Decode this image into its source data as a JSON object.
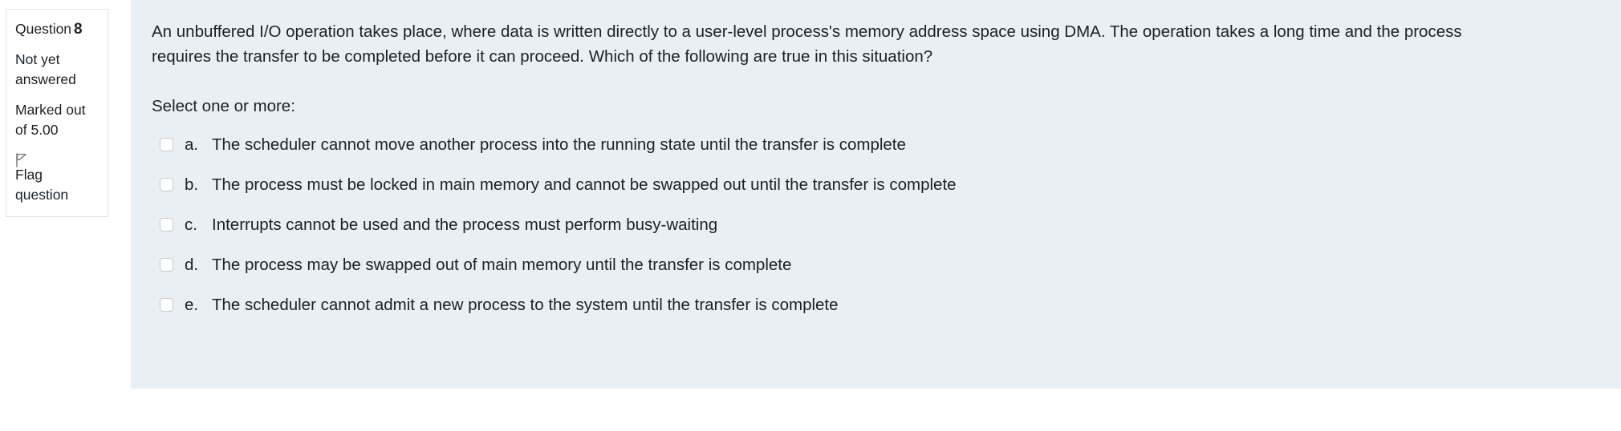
{
  "info": {
    "question_label": "Question",
    "question_number": "8",
    "status": "Not yet answered",
    "marks": "Marked out of 5.00",
    "flag_icon": "flag-icon",
    "flag_label": "Flag question"
  },
  "question": {
    "text": "An unbuffered I/O operation takes place, where data is written directly to a user-level process's memory address space using DMA. The operation takes a long time and the process requires the transfer to be completed before it can proceed. Which of the following are true in this situation?",
    "select_hint": "Select one or more:",
    "options": [
      {
        "letter": "a.",
        "text": "The scheduler cannot move another process into the running state until the transfer is complete",
        "checked": false
      },
      {
        "letter": "b.",
        "text": "The process must be locked in main memory and cannot be swapped out until the transfer is complete",
        "checked": false
      },
      {
        "letter": "c.",
        "text": "Interrupts cannot be used and the process must perform busy-waiting",
        "checked": false
      },
      {
        "letter": "d.",
        "text": "The process may be swapped out of main memory until the transfer is complete",
        "checked": false
      },
      {
        "letter": "e.",
        "text": "The scheduler cannot admit a new process to the system until the transfer is complete",
        "checked": false
      }
    ]
  },
  "colors": {
    "panel_background": "#e9eff2",
    "page_background": "#ffffff",
    "text": "#1d2125",
    "info_border": "#dee2e6",
    "checkbox_border": "#c4ccd1"
  }
}
